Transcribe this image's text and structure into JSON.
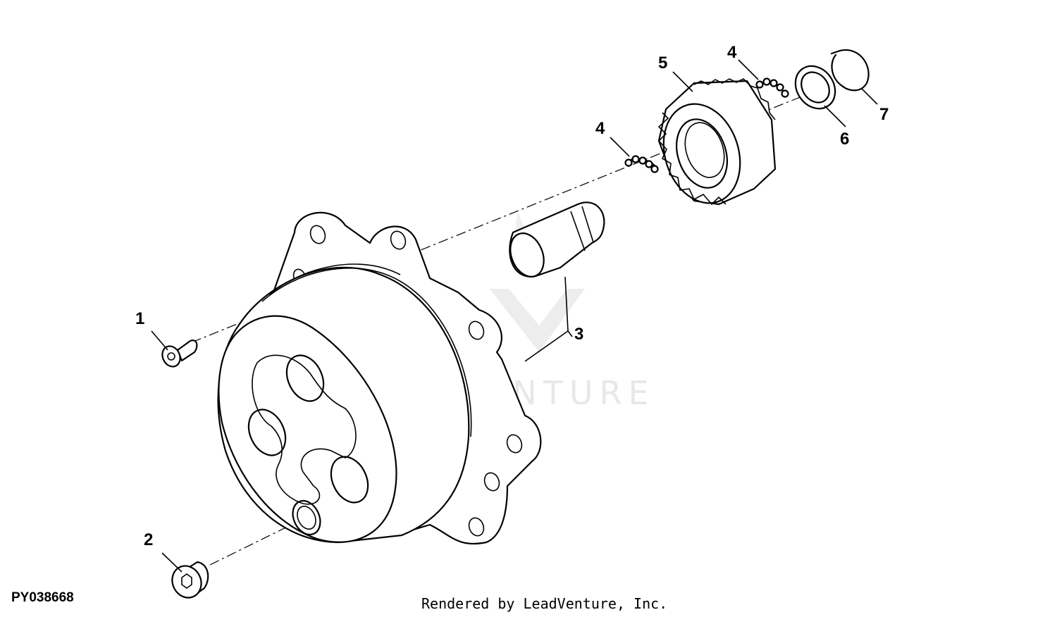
{
  "figure_id": "PY038668",
  "credit": "Rendered by LeadVenture, Inc.",
  "watermark": "LEADVENTURE",
  "callouts": [
    "1",
    "2",
    "3",
    "4",
    "4",
    "5",
    "6",
    "7"
  ]
}
